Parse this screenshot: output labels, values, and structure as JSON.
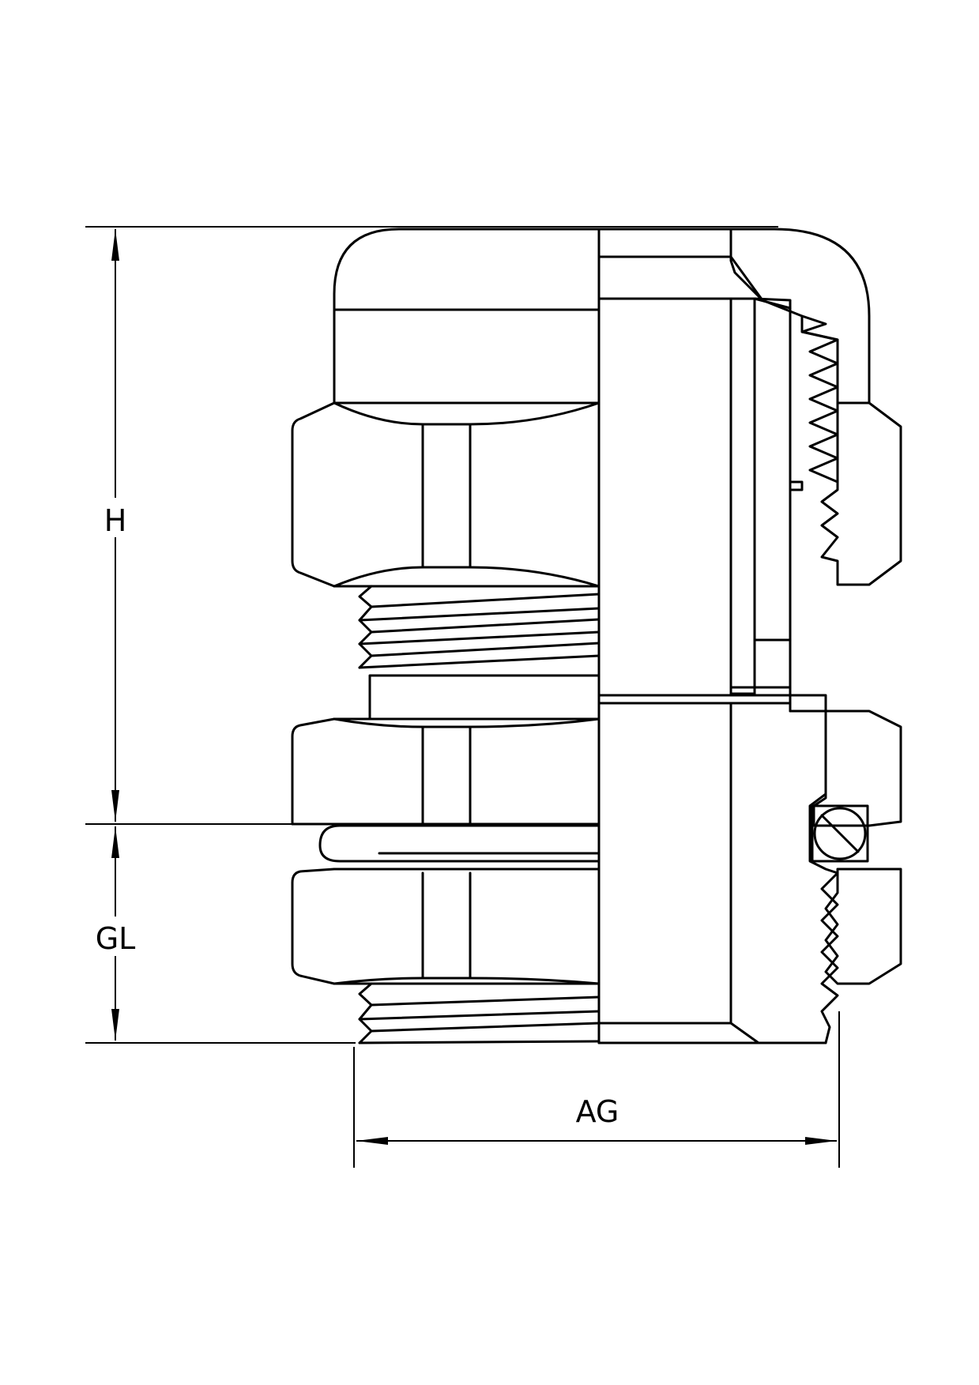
{
  "dimensions": {
    "height_label": "H",
    "gland_length_label": "GL",
    "thread_diameter_label": "AG"
  },
  "colors": {
    "line": "#000000",
    "background": "#ffffff"
  }
}
